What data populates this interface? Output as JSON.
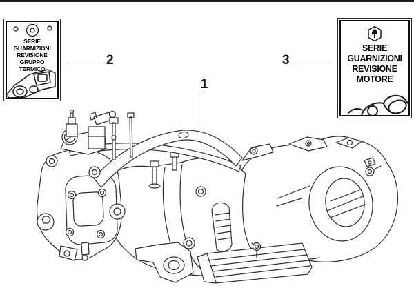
{
  "page": {
    "background": "#ffffff",
    "top_rule_color": "#1c1c1c",
    "ink_color": "#2d2d2d",
    "text_color": "#000000"
  },
  "callouts": {
    "engine_assembly": {
      "label": "1"
    },
    "thermal_kit": {
      "label": "2"
    },
    "engine_kit": {
      "label": "3"
    }
  },
  "kits": {
    "thermal": {
      "title_lines": [
        "SERIE",
        "GUARNIZIONI",
        "REVISIONE",
        "GRUPPO",
        "TERMICO"
      ]
    },
    "engine": {
      "title_lines": [
        "SERIE",
        "GUARNIZIONI",
        "REVISIONE",
        "MOTORE"
      ]
    }
  },
  "icons": {
    "thermal_header": "grommet-circles-icon",
    "thermal_footer": "head-gasket-sketch",
    "engine_logo": "piaggio-hexagon-logo-icon",
    "engine_footer": "engine-gasket-sketch",
    "illustration": "engine-assembly-line-art"
  }
}
